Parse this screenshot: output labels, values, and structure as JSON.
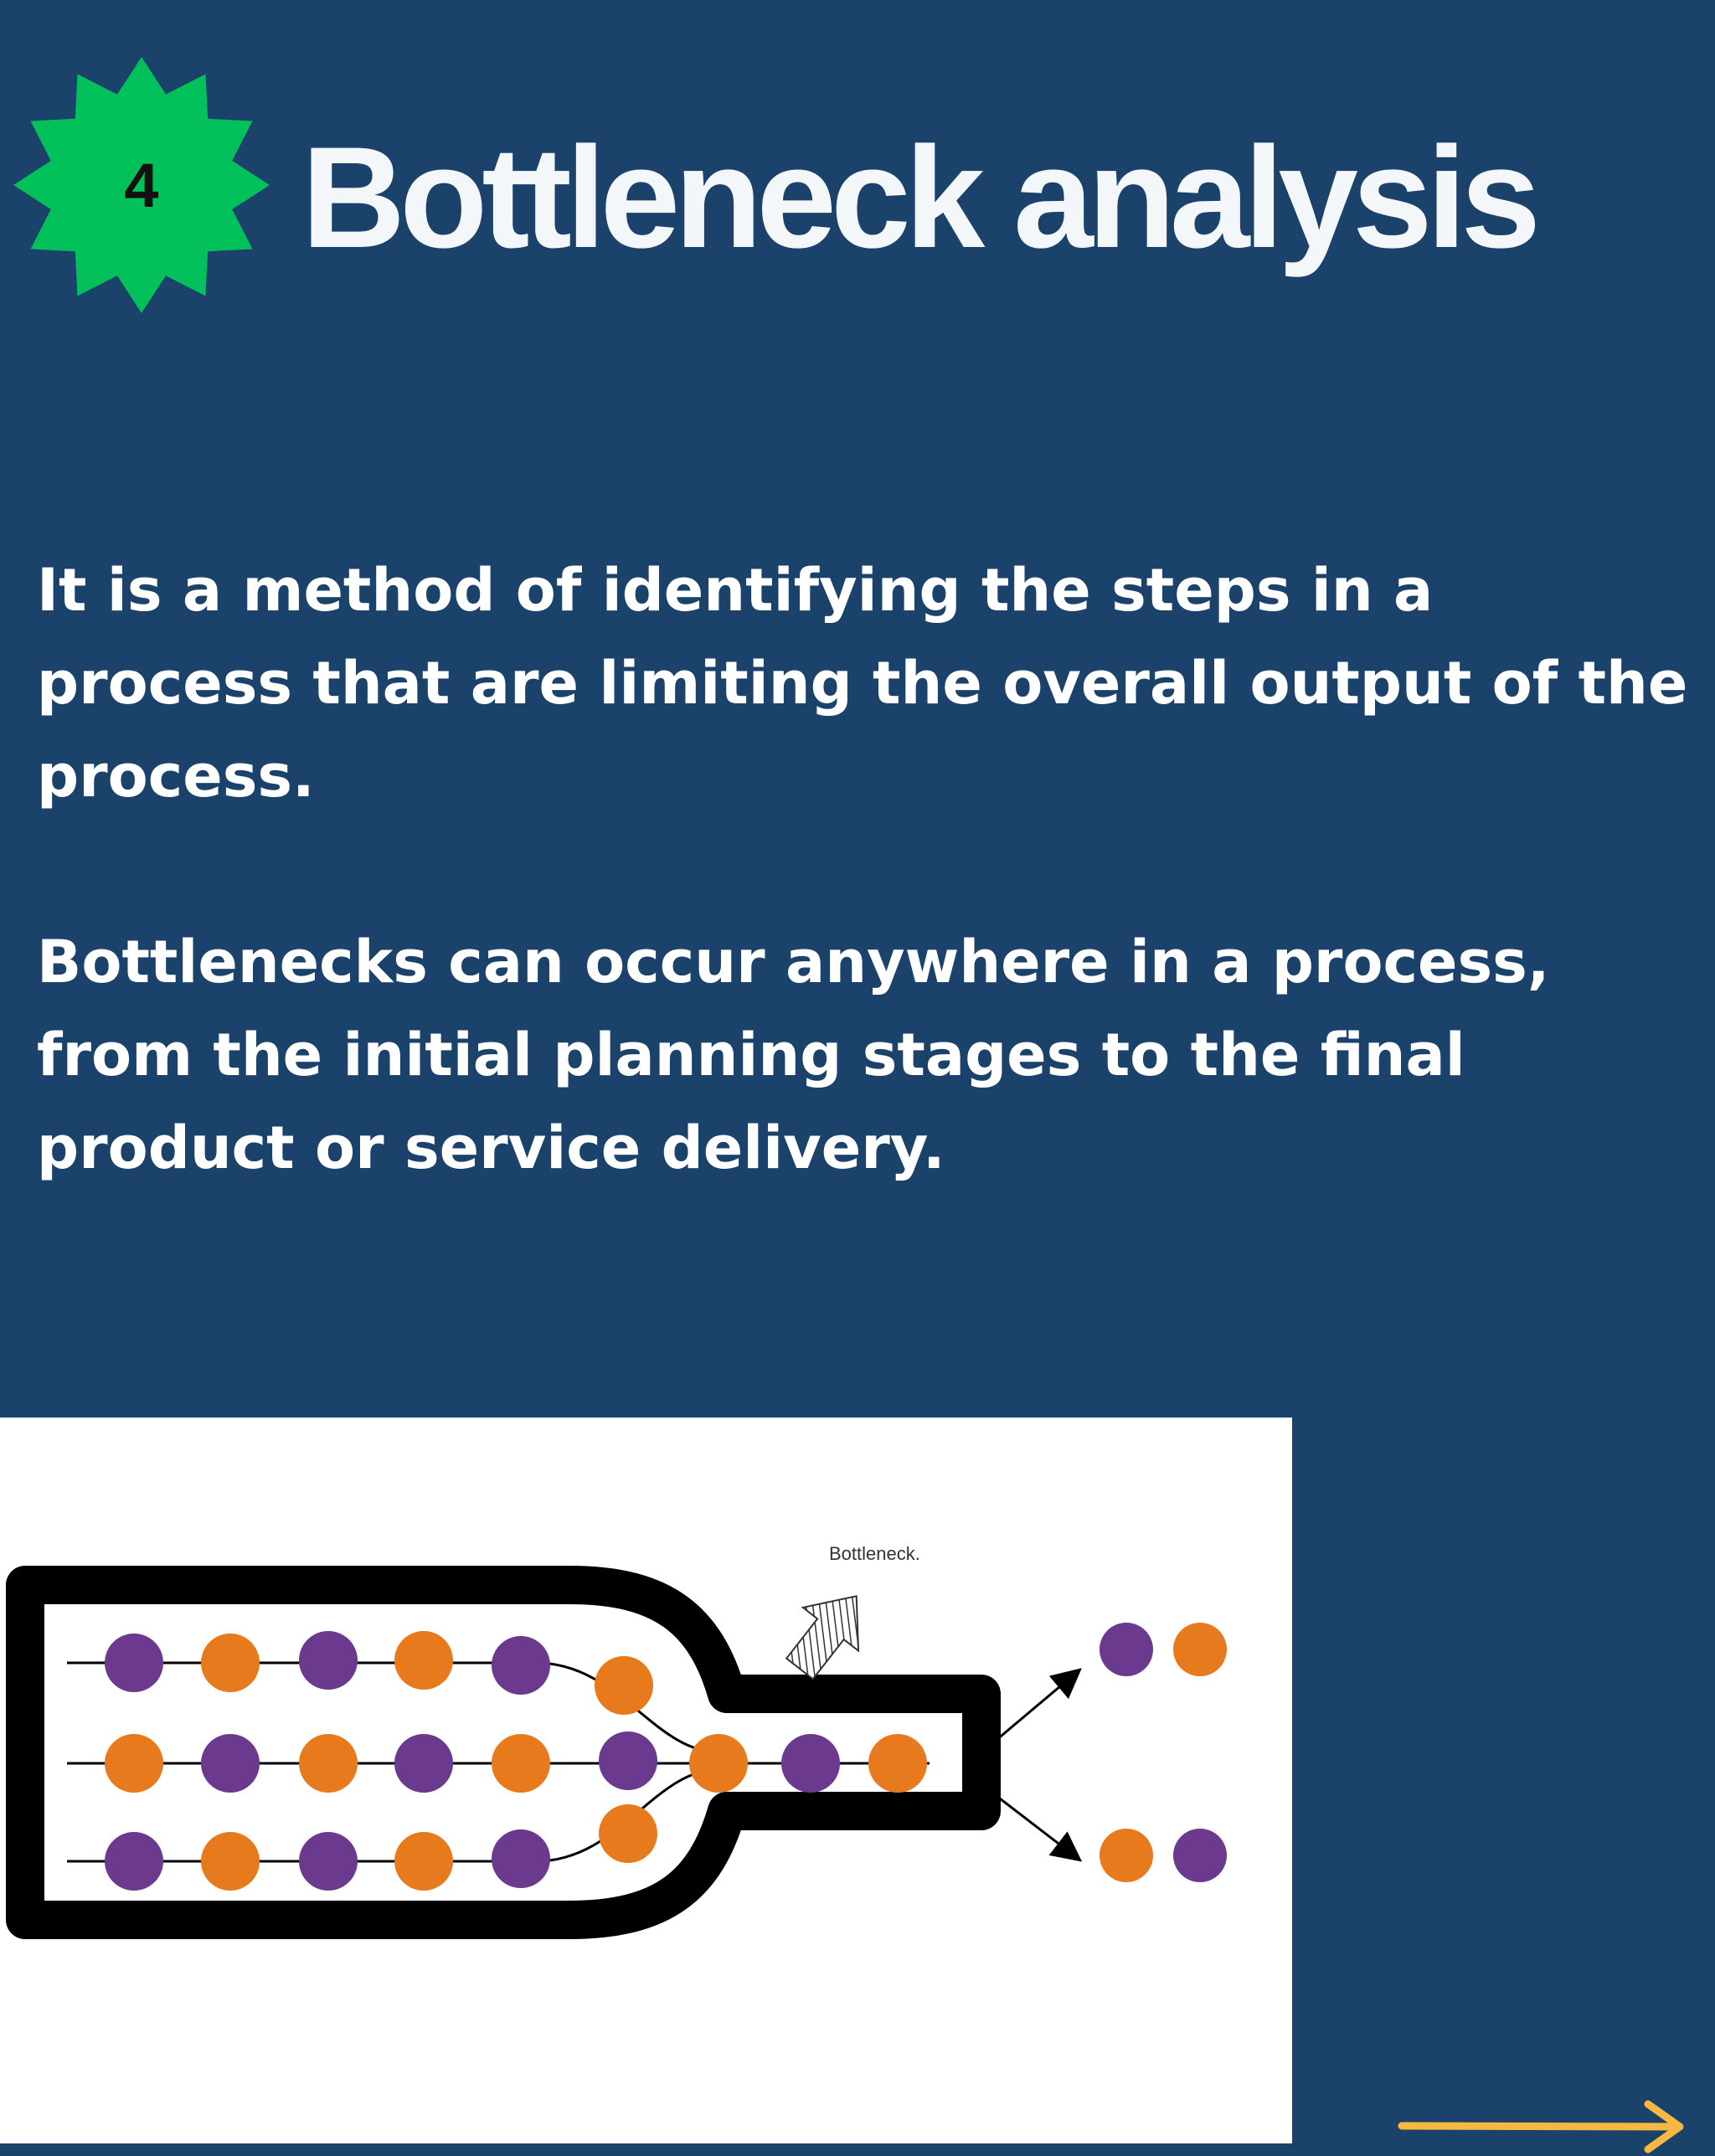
{
  "badge": {
    "number": "4",
    "color": "#02c05a"
  },
  "title": "Bottleneck analysis",
  "paragraphs": [
    "It is a method of identifying the steps in a process that are limiting the overall output of the process.",
    "Bottlenecks can occur anywhere in a process, from the initial planning stages to the final product or service delivery."
  ],
  "diagram": {
    "label": "Bottleneck.",
    "colors": {
      "purple": "#6b3a8f",
      "orange": "#e77a1c",
      "outline": "#000000"
    }
  },
  "colors": {
    "background": "#1b426b",
    "arrow": "#f5b942"
  },
  "icons": {
    "badge": "starburst-icon",
    "next": "arrow-right-icon"
  }
}
